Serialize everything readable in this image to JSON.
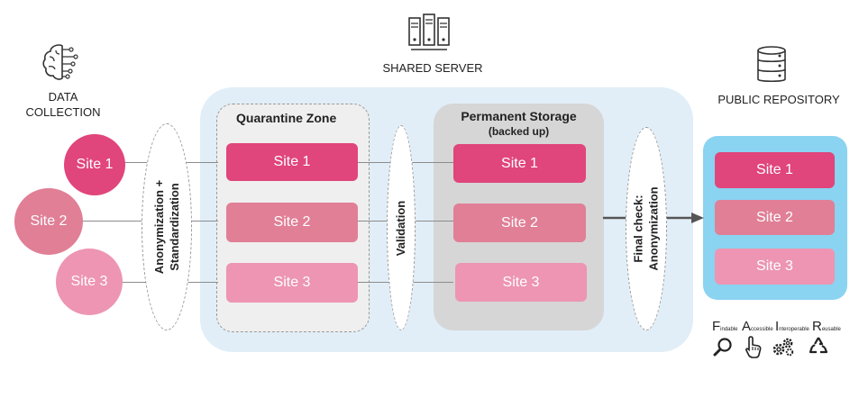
{
  "labels": {
    "data_collection_line1": "DATA",
    "data_collection_line2": "COLLECTION",
    "shared_server": "SHARED SERVER",
    "public_repository": "PUBLIC REPOSITORY",
    "quarantine_zone": "Quarantine Zone",
    "permanent_storage": "Permanent Storage",
    "permanent_storage_sub": "(backed up)"
  },
  "steps": {
    "anonymization_line1": "Anonymization +",
    "anonymization_line2": "Standardization",
    "validation": "Validation",
    "final_check_line1": "Final check:",
    "final_check_line2": "Anonymization"
  },
  "sites": {
    "collection": [
      "Site 1",
      "Site 2",
      "Site 3"
    ],
    "quarantine": [
      "Site 1",
      "Site 2",
      "Site 3"
    ],
    "permanent": [
      "Site 1",
      "Site 2",
      "Site 3"
    ],
    "public": [
      "Site 1",
      "Site 2",
      "Site 3"
    ]
  },
  "fair": {
    "f_letter": "F",
    "f_word": "indable",
    "a_letter": "A",
    "a_word": "ccessible",
    "i_letter": "I",
    "i_word": "nteroperable",
    "r_letter": "R",
    "r_word": "eusable"
  },
  "colors": {
    "site1": "#e0457b",
    "site2": "#e07f96",
    "site3": "#ed95b3",
    "shared_bg": "#e1eef7",
    "public_bg": "#8ad3f1"
  },
  "icons": {
    "data_collection": "brain-circuit-icon",
    "shared_server": "server-rack-icon",
    "public_repository": "database-icon",
    "findable": "magnifier-icon",
    "accessible": "hand-pointer-icon",
    "interoperable": "gears-icon",
    "reusable": "recycle-icon"
  }
}
